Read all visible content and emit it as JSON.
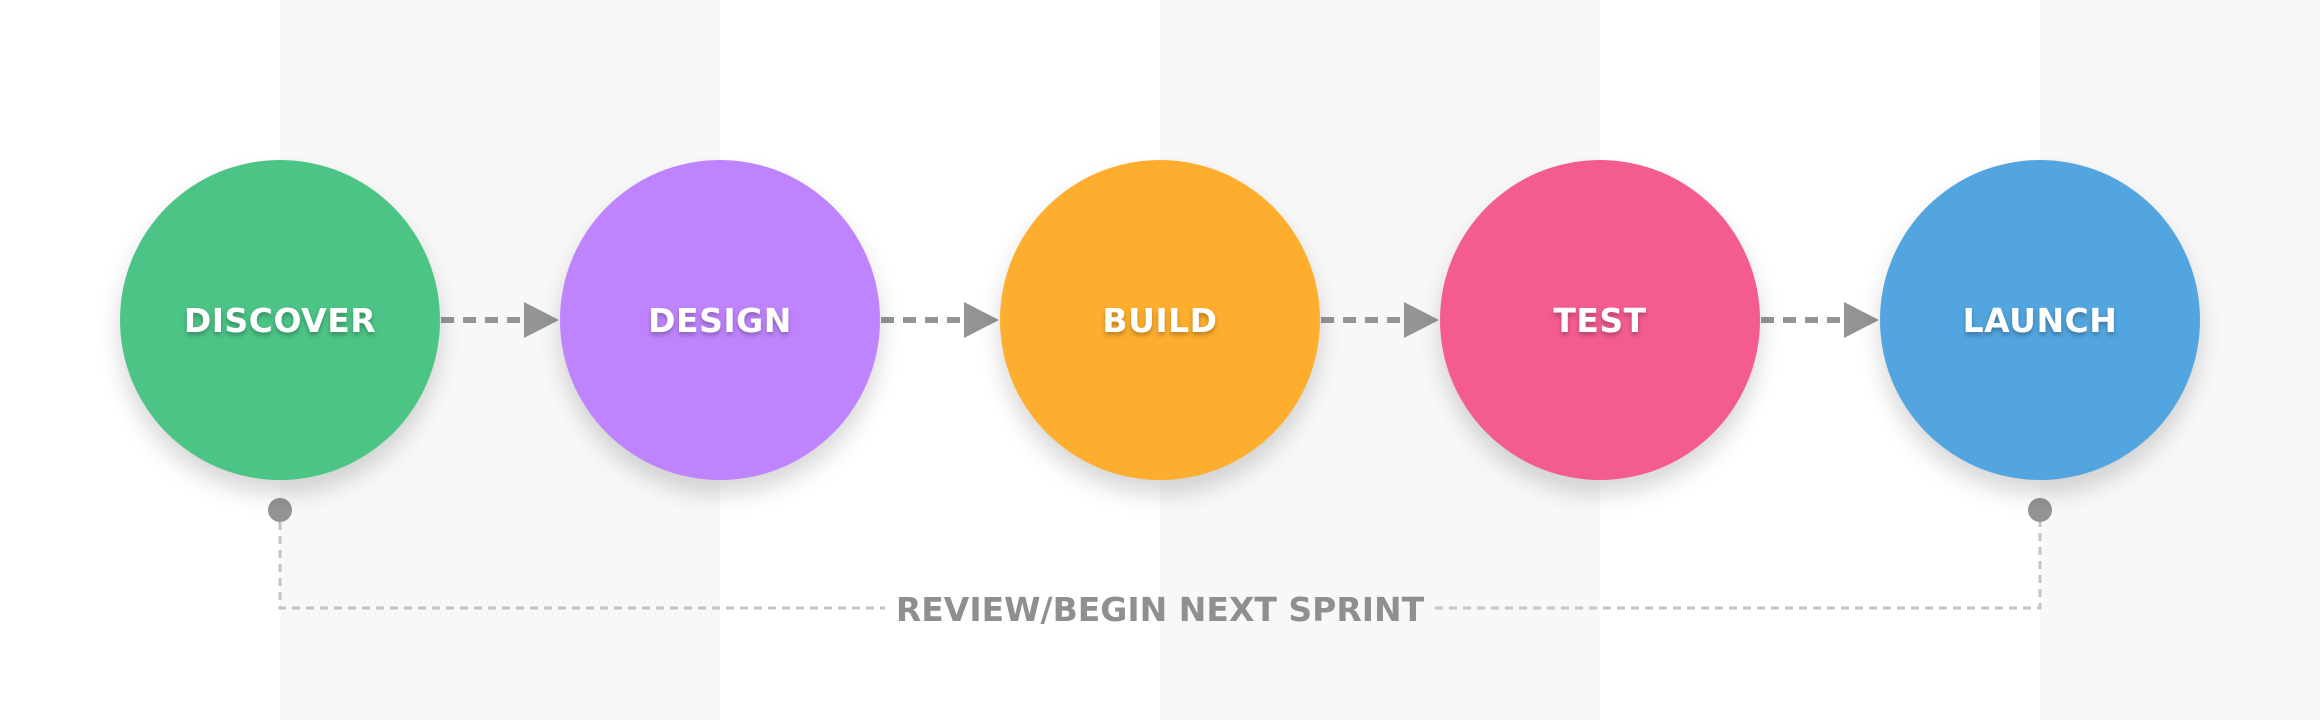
{
  "diagram": {
    "type": "process-flow",
    "stages": [
      {
        "label": "DISCOVER",
        "color": "#4cc486"
      },
      {
        "label": "DESIGN",
        "color": "#bf84fd"
      },
      {
        "label": "BUILD",
        "color": "#feae2e"
      },
      {
        "label": "TEST",
        "color": "#f45c8f"
      },
      {
        "label": "LAUNCH",
        "color": "#53a5df"
      }
    ],
    "connector_color": "#949494",
    "loop": {
      "label": "REVIEW/BEGIN NEXT SPRINT",
      "from": "LAUNCH",
      "to": "DISCOVER",
      "line_color": "#c4c4c4"
    }
  }
}
